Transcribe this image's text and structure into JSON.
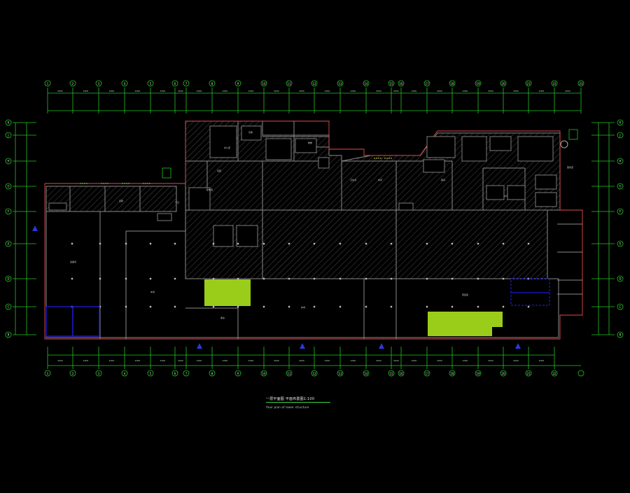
{
  "drawing": {
    "title": "一层平面图 平面布置图1:100",
    "subtitle": "floor plan of lower structure",
    "colors": {
      "background": "#000000",
      "grid": "#22c522",
      "wall": "#8a8a8a",
      "outline": "#e24d4d",
      "hatch": "#5c5c5c",
      "highlight": "#9acd1a",
      "blue_room": "#1a1ad0",
      "north_marker": "#2a3ad8"
    },
    "top_axes": [
      "1",
      "2",
      "3",
      "4",
      "5",
      "6",
      "7",
      "8",
      "9",
      "10",
      "11",
      "12",
      "13",
      "14",
      "15",
      "16",
      "17",
      "18",
      "19",
      "20",
      "21",
      "22",
      "23"
    ],
    "bottom_axes": [
      "1",
      "2",
      "3",
      "4",
      "5",
      "6",
      "7",
      "8",
      "9",
      "10",
      "11",
      "12",
      "13",
      "14",
      "15",
      "16",
      "17",
      "18",
      "19",
      "20",
      "21",
      "22"
    ],
    "left_axes": [
      "K",
      "J",
      "H",
      "G",
      "F",
      "E",
      "D",
      "C",
      "B"
    ],
    "right_axes": [
      "K",
      "J",
      "H",
      "G",
      "F",
      "E",
      "D",
      "C",
      "B"
    ],
    "dims_top": [
      "4000",
      "4000",
      "4000",
      "4000",
      "4000",
      "4000",
      "4000",
      "4000",
      "4000",
      "4000",
      "4000",
      "4000",
      "4000",
      "4000",
      "4000",
      "4000",
      "4000",
      "4000",
      "4000",
      "4000",
      "4000",
      "4000"
    ],
    "dims_bottom": [
      "4000",
      "4000",
      "4000",
      "4000",
      "4000",
      "4000",
      "4000",
      "4000",
      "4000",
      "4000",
      "4000",
      "4000",
      "4000",
      "4000",
      "4000",
      "4000",
      "4000",
      "4000",
      "4000",
      "4000",
      "4000"
    ],
    "room_labels": [
      "办公室",
      "仓库",
      "走廊",
      "配电室",
      "楼梯",
      "卫生间",
      "车间",
      "库房",
      "门卫",
      "设备间",
      "值班室",
      "更衣室"
    ]
  }
}
